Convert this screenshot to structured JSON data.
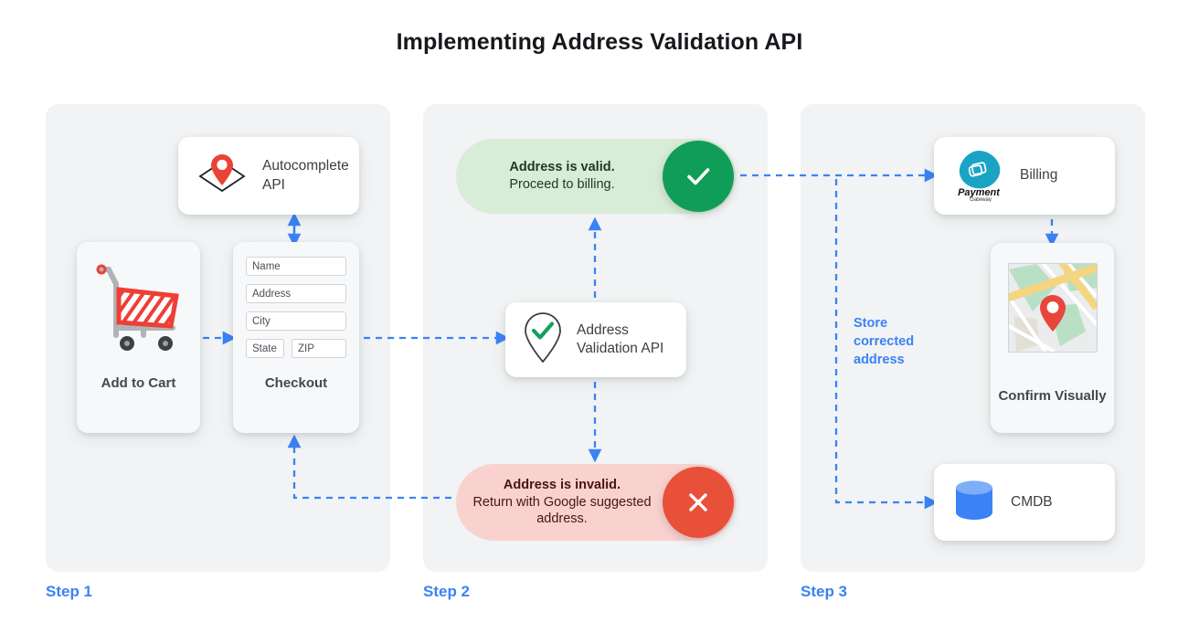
{
  "title": "Implementing Address Validation API",
  "colors": {
    "accent_blue": "#3b82f6",
    "valid_green": "#109d57",
    "valid_pill_bg": "#d8ecd8",
    "invalid_red": "#e8503a",
    "invalid_pill_bg": "#f9d2d0",
    "panel_bg": "#f1f3f4",
    "pin_red": "#ea4335",
    "cmdb_blue": "#4285f4",
    "payment_teal": "#1ba3c6"
  },
  "steps": [
    {
      "label": "Step 1"
    },
    {
      "label": "Step 2"
    },
    {
      "label": "Step 3"
    }
  ],
  "step1": {
    "autocomplete_card": {
      "label": "Autocomplete API",
      "icon": "map-pin-diamond-icon"
    },
    "add_to_cart_card": {
      "label": "Add to Cart",
      "icon": "shopping-cart-icon"
    },
    "checkout_card": {
      "label": "Checkout",
      "fields": [
        {
          "name": "name",
          "placeholder": "Name"
        },
        {
          "name": "address",
          "placeholder": "Address"
        },
        {
          "name": "city",
          "placeholder": "City"
        },
        {
          "name": "state",
          "placeholder": "State"
        },
        {
          "name": "zip",
          "placeholder": "ZIP"
        }
      ]
    }
  },
  "step2": {
    "valid_pill": {
      "line1": "Address is valid.",
      "line2": "Proceed to billing.",
      "badge_icon": "check-circle-icon"
    },
    "invalid_pill": {
      "line1": "Address is invalid.",
      "line2": "Return with Google suggested address.",
      "badge_icon": "x-circle-icon"
    },
    "validation_card": {
      "label": "Address Validation API",
      "icon": "pin-check-icon"
    }
  },
  "step3": {
    "billing_card": {
      "label": "Billing",
      "logo_primary": "Payment",
      "logo_secondary": "Gateway",
      "icon": "payment-gateway-icon"
    },
    "confirm_card": {
      "label": "Confirm Visually",
      "icon": "map-thumbnail-icon"
    },
    "cmdb_card": {
      "label": "CMDB",
      "icon": "database-cylinder-icon"
    },
    "store_note": "Store corrected address"
  }
}
